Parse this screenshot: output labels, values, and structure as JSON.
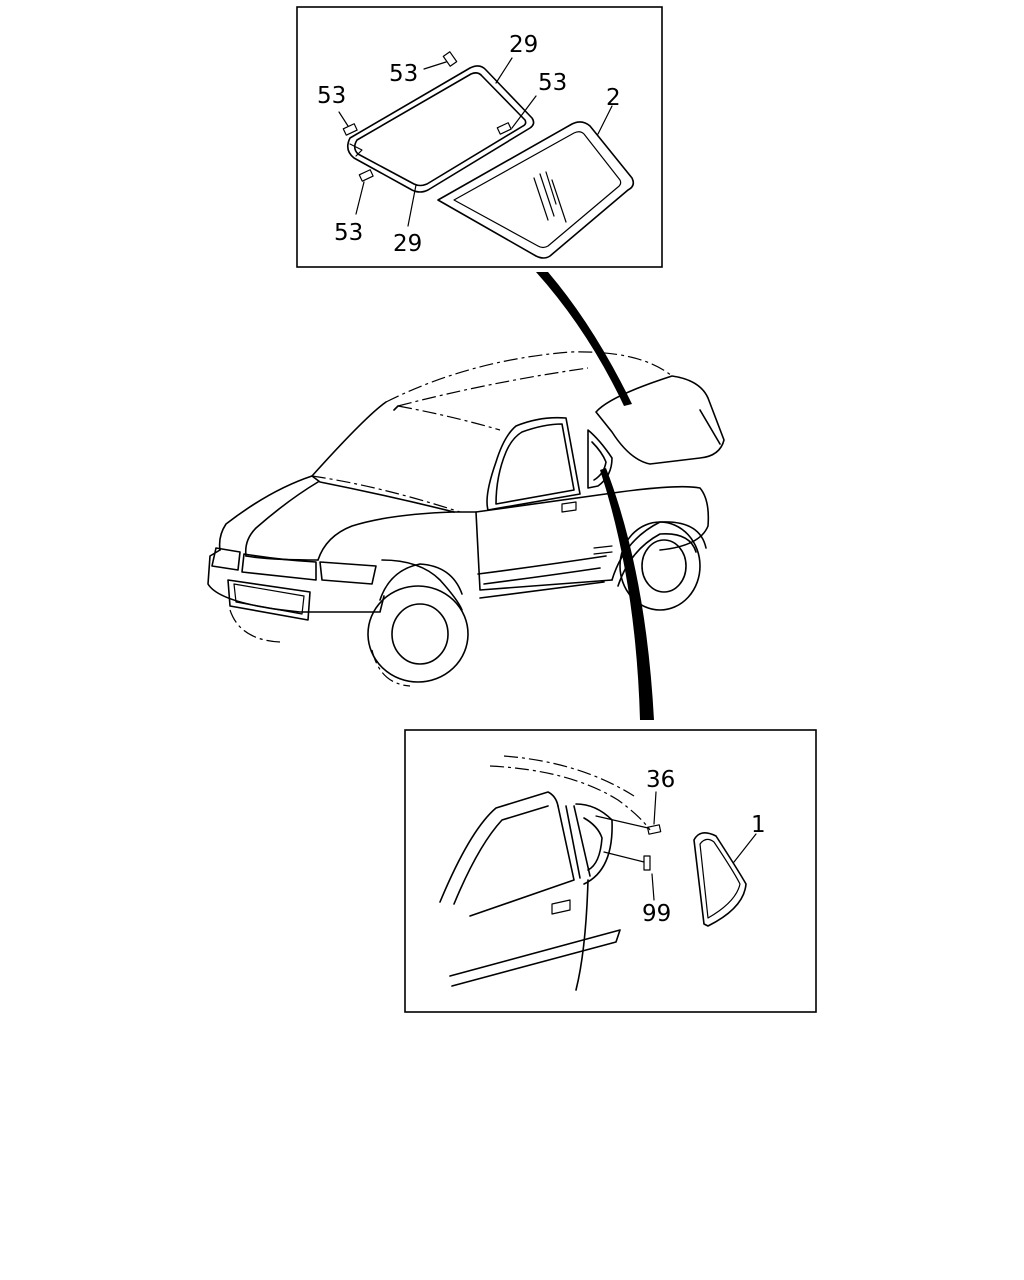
{
  "top_panel": {
    "callouts": {
      "seal_clip_top": "53",
      "seal_clip_left": "53",
      "seal_clip_right": "53",
      "seal_clip_bottom": "53",
      "molding_upper": "29",
      "molding_lower": "29",
      "back_glass": "2"
    }
  },
  "bottom_panel": {
    "callouts": {
      "quarter_clip": "36",
      "quarter_spacer": "99",
      "quarter_glass": "1"
    }
  }
}
